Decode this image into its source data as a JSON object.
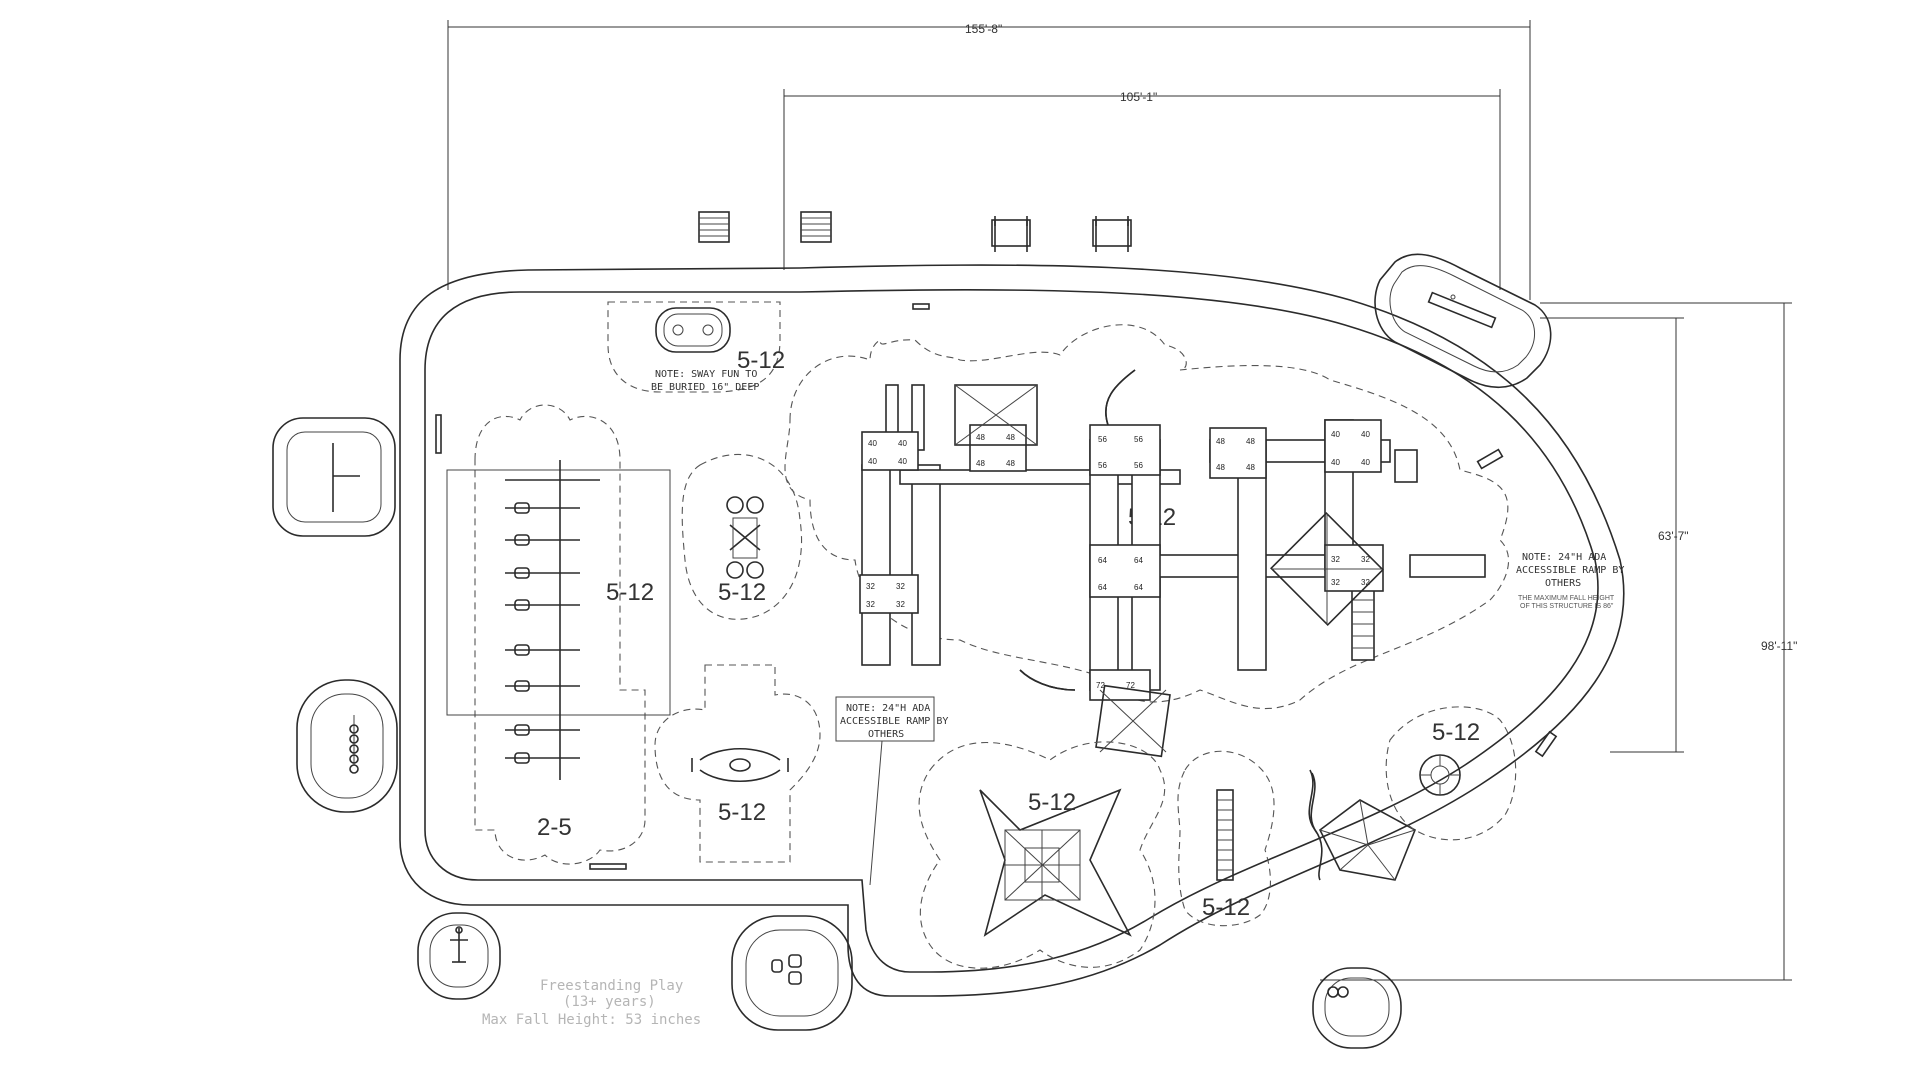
{
  "dimensions": {
    "overall_width": "155'-8\"",
    "top_width": "105'-1\"",
    "right_height": "63'-7\"",
    "overall_height": "98'-11\""
  },
  "zones": {
    "sway": "5-12",
    "left_big": "5-12",
    "left_small": "2-5",
    "spinner": "5-12",
    "seesaw": "5-12",
    "main": "5-12",
    "net": "5-12",
    "ladder": "5-12",
    "spin_right": "5-12"
  },
  "notes": {
    "sway_line1": "NOTE: SWAY FUN TO",
    "sway_line2": "BE BURIED 16\" DEEP",
    "ramp_left_line1": "NOTE: 24\"H ADA",
    "ramp_left_line2": "ACCESSIBLE RAMP BY",
    "ramp_left_line3": "OTHERS",
    "ramp_right_line1": "NOTE: 24\"H ADA",
    "ramp_right_line2": "ACCESSIBLE RAMP BY",
    "ramp_right_line3": "OTHERS",
    "fall_line1": "THE MAXIMUM FALL HEIGHT",
    "fall_line2": "OF THIS STRUCTURE IS 86\""
  },
  "freestanding": {
    "line1": "Freestanding Play",
    "line2": "(13+ years)",
    "line3": "Max Fall Height: 53 inches"
  },
  "deck_heights": {
    "left_a": "40",
    "left_b": "40",
    "left_c": "40",
    "left_d": "40",
    "mid_a": "48",
    "mid_b": "48",
    "mid_c": "48",
    "mid_d": "48",
    "low_a": "32",
    "low_b": "32",
    "low_c": "32",
    "low_d": "32",
    "tower_a": "56",
    "tower_b": "56",
    "tower_c": "56",
    "tower_d": "56",
    "center_a": "64",
    "center_b": "64",
    "center_c": "64",
    "center_d": "64",
    "right_a": "48",
    "right_b": "48",
    "right_c": "48",
    "right_d": "48",
    "far_a": "40",
    "far_b": "40",
    "far_c": "40",
    "far_d": "40",
    "east_a": "32",
    "east_b": "32",
    "east_c": "32",
    "east_d": "32",
    "south_a": "72",
    "south_b": "72"
  }
}
